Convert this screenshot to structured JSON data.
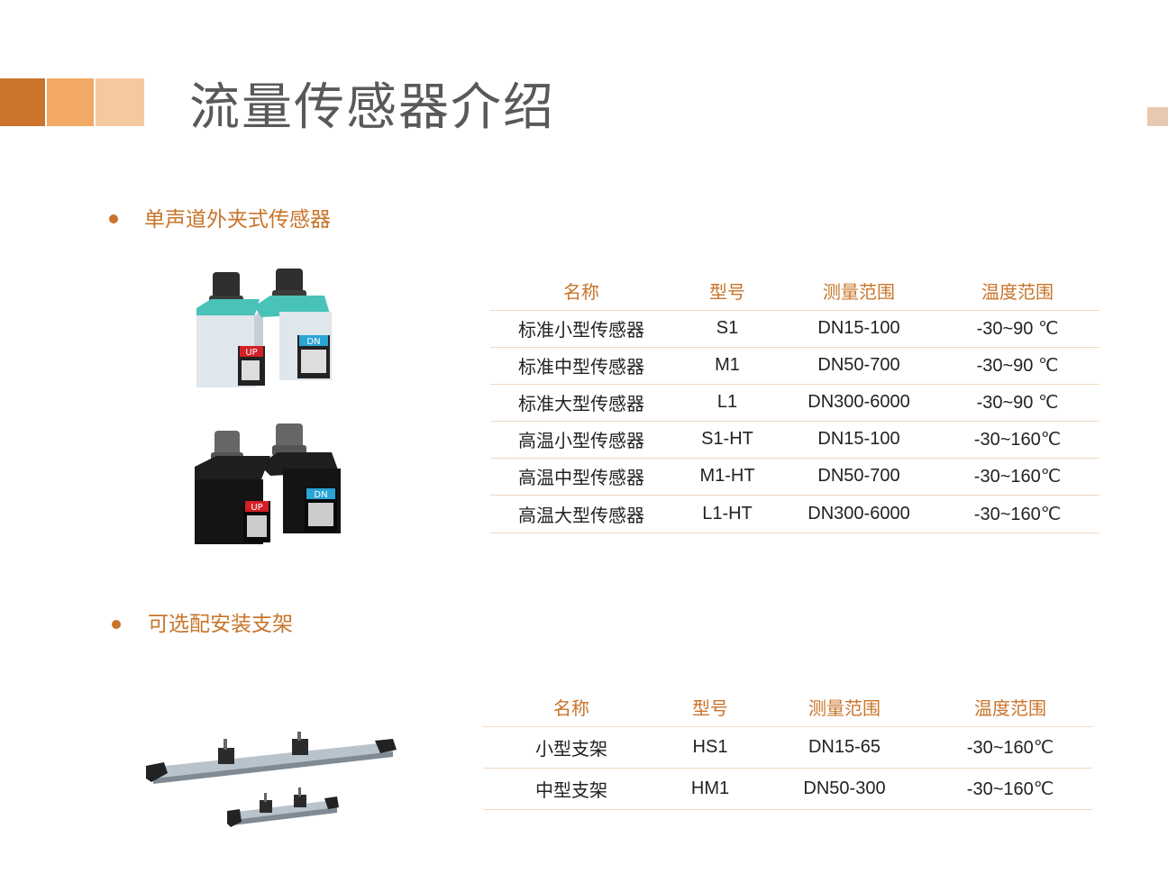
{
  "header": {
    "title": "流量传感器介绍",
    "accent_colors": [
      "#c9742a",
      "#f1a965",
      "#f5c9a0"
    ],
    "corner_mark_color": "#e8c9b0"
  },
  "section1": {
    "title": "单声道外夹式传感器",
    "table": {
      "headers": [
        "名称",
        "型号",
        "测量范围",
        "温度范围"
      ],
      "rows": [
        [
          "标准小型传感器",
          "S1",
          "DN15-100",
          "-30~90 ℃"
        ],
        [
          "标准中型传感器",
          "M1",
          "DN50-700",
          "-30~90 ℃"
        ],
        [
          "标准大型传感器",
          "L1",
          "DN300-6000",
          "-30~90 ℃"
        ],
        [
          "高温小型传感器",
          "S1-HT",
          "DN15-100",
          "-30~160℃"
        ],
        [
          "高温中型传感器",
          "M1-HT",
          "DN50-700",
          "-30~160℃"
        ],
        [
          "高温大型传感器",
          "L1-HT",
          "DN300-6000",
          "-30~160℃"
        ]
      ]
    },
    "images": {
      "standard_labels": [
        "UP",
        "DN"
      ],
      "hightemp_labels": [
        "UP",
        "DN"
      ]
    }
  },
  "section2": {
    "title": "可选配安装支架",
    "table": {
      "headers": [
        "名称",
        "型号",
        "测量范围",
        "温度范围"
      ],
      "rows": [
        [
          "小型支架",
          "HS1",
          "DN15-65",
          "-30~160℃"
        ],
        [
          "中型支架",
          "HM1",
          "DN50-300",
          "-30~160℃"
        ]
      ]
    }
  }
}
